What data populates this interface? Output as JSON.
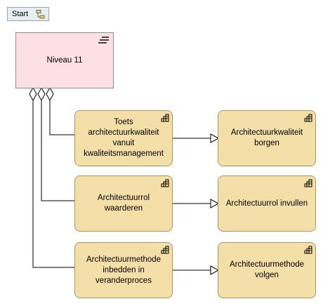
{
  "toolbar": {
    "start_label": "Start"
  },
  "diagram": {
    "root": {
      "label": "Niveau 11"
    },
    "processes": [
      {
        "label": "Toets architectuurkwaliteit vanuit kwaliteitsmanagement"
      },
      {
        "label": "Architectuurrol waarderen"
      },
      {
        "label": "Architectuurmethode inbedden in veranderproces"
      }
    ],
    "outcomes": [
      {
        "label": "Architectuurkwaliteit borgen"
      },
      {
        "label": "Architectuurrol invullen"
      },
      {
        "label": "Architectuurmethode volgen"
      }
    ]
  }
}
